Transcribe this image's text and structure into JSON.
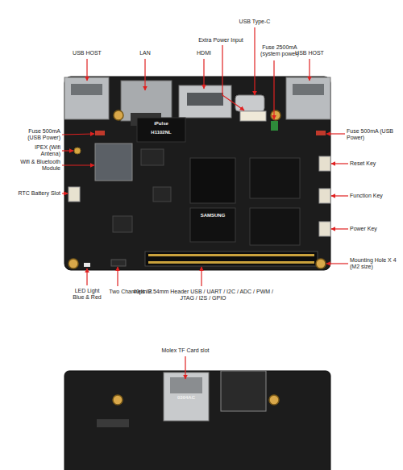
{
  "diagram": {
    "labels": [
      "USB HOST",
      "LAN",
      "HDMI",
      "USB Type-C",
      "Extra Power Input",
      "Fuse 2500mA (system power)",
      "USB HOST",
      "Fuse 500mA (USB Power)",
      "IPEX (Wifi Antena)",
      "Wifi & Bluetooth Module",
      "RTC Battery Slot",
      "Fuse 500mA (USB Power)",
      "Reset Key",
      "Function Key",
      "Power Key",
      "Mounting Hole X 4 (M2 size)",
      "LED Light Blue & Red",
      "Two Channels IR",
      "40pin 2.54mm Header USB / UART / I2C / ADC / PWM / JTAG / I2S / GPIO",
      "Molex TF Card slot",
      "iPulse",
      "H1102NL",
      "SAMSUNG",
      "0304AC"
    ]
  }
}
